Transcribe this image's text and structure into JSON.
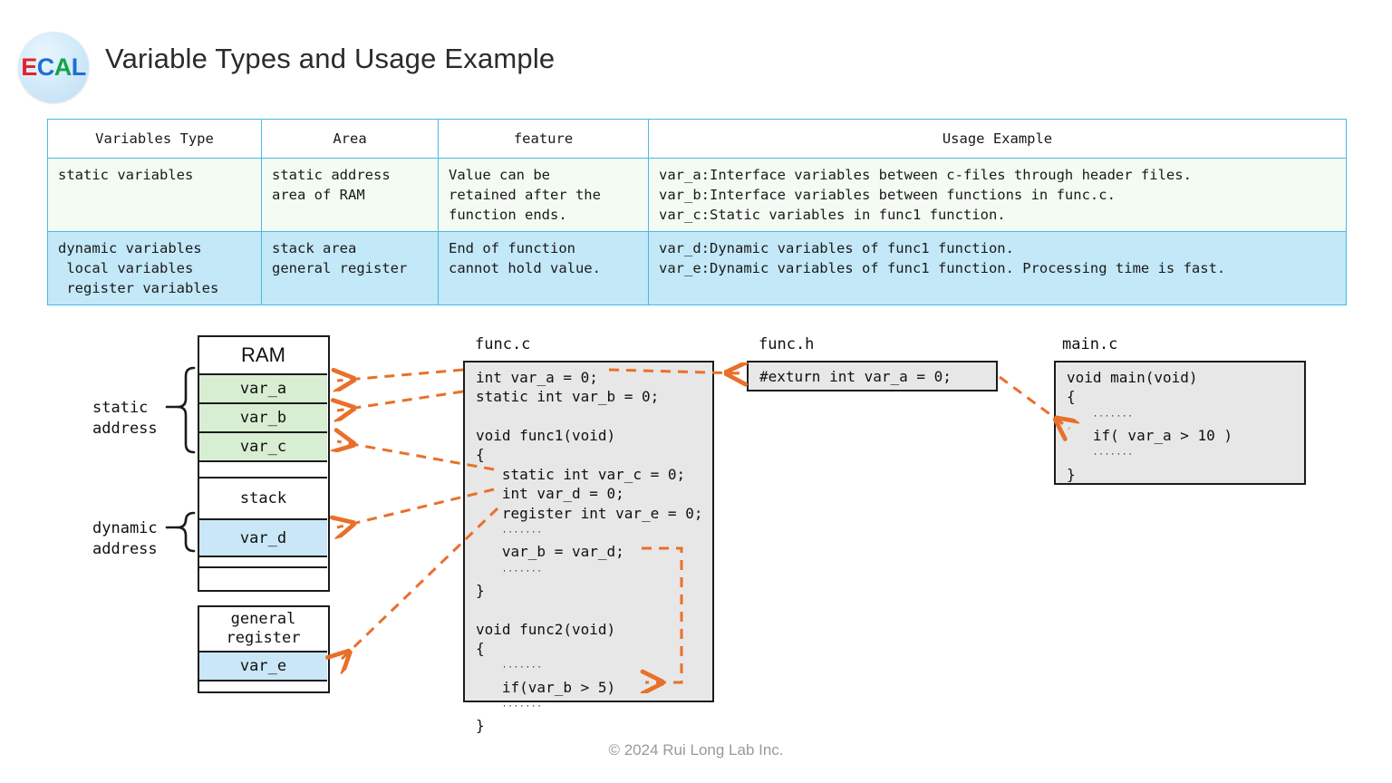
{
  "header": {
    "logo": {
      "letters": [
        {
          "ch": "E",
          "color": "#e8202a"
        },
        {
          "ch": "C",
          "color": "#1f6fd0"
        },
        {
          "ch": "A",
          "color": "#16a34a"
        },
        {
          "ch": "L",
          "color": "#1f6fd0"
        }
      ]
    },
    "title": "Variable Types and Usage Example"
  },
  "table": {
    "columns": [
      "Variables Type",
      "Area",
      "feature",
      "Usage Example"
    ],
    "rows": [
      {
        "type": [
          "static variables"
        ],
        "area": [
          "static address",
          "area of RAM"
        ],
        "feature": [
          "Value can be",
          "retained after the",
          "function ends."
        ],
        "usage": [
          "var_a:Interface variables between c-files through header files.",
          "var_b:Interface variables between functions in func.c.",
          "var_c:Static variables in func1 function."
        ],
        "bg": "#f4fbf3"
      },
      {
        "type": [
          "dynamic variables",
          " local variables",
          " register variables"
        ],
        "area": [
          "stack area",
          "general register"
        ],
        "feature": [
          "End of function",
          "cannot hold value."
        ],
        "usage": [
          "var_d:Dynamic variables of func1 function.",
          "var_e:Dynamic variables of func1 function. Processing time is fast."
        ],
        "bg": "#c3e8f8"
      }
    ],
    "border_color": "#4cb8e3"
  },
  "diagram": {
    "ram": {
      "title": "RAM",
      "rows": [
        "var_a",
        "var_b",
        "var_c",
        "",
        "stack",
        "var_d",
        "",
        ""
      ],
      "static_color": "#d7eed2",
      "dynamic_color": "#c9e7f7"
    },
    "register": {
      "title_line1": "general",
      "title_line2": "register",
      "row": "var_e"
    },
    "labels": {
      "static_l1": "static",
      "static_l2": "address",
      "dynamic_l1": "dynamic",
      "dynamic_l2": "address"
    },
    "files": {
      "func_c": {
        "name": "func.c",
        "lines": [
          "int var_a = 0;",
          "static int var_b = 0;",
          "",
          "void func1(void)",
          "{",
          "   static int var_c = 0;",
          "   int var_d = 0;",
          "   register int var_e = 0;",
          "   ·······",
          "   var_b = var_d;",
          "   ·······",
          "}",
          "",
          "void func2(void)",
          "{",
          "   ·······",
          "   if(var_b > 5)",
          "   ·······",
          "}"
        ]
      },
      "func_h": {
        "name": "func.h",
        "lines": [
          "#exturn int var_a = 0;"
        ]
      },
      "main_c": {
        "name": "main.c",
        "lines": [
          "void main(void)",
          "{",
          "   ·······",
          "   if( var_a > 10 )",
          "   ·······",
          "}"
        ]
      }
    },
    "arrow_color": "#e8702a"
  },
  "footer": {
    "text": "© 2024 Rui Long Lab Inc."
  }
}
